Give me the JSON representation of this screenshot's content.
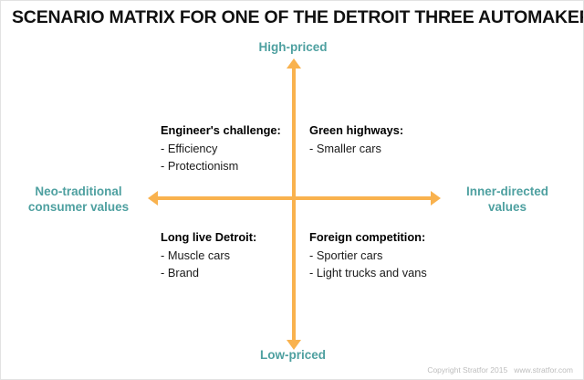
{
  "title": "SCENARIO MATRIX FOR ONE OF THE DETROIT THREE AUTOMAKERS",
  "colors": {
    "axis": "#F9B24E",
    "axis_label": "#4EA0A0",
    "text": "#1a1a1a",
    "footer": "#bdbdbd",
    "background": "#ffffff",
    "border": "#e2e2e2"
  },
  "axes": {
    "top_label": "High-priced",
    "bottom_label": "Low-priced",
    "left_label_line1": "Neo-traditional",
    "left_label_line2": "consumer values",
    "right_label_line1": "Inner-directed",
    "right_label_line2": "values"
  },
  "quadrants": {
    "top_left": {
      "title": "Engineer's challenge:",
      "items": [
        "- Efficiency",
        "- Protectionism"
      ]
    },
    "top_right": {
      "title": "Green highways:",
      "items": [
        "- Smaller cars"
      ]
    },
    "bottom_left": {
      "title": "Long live Detroit:",
      "items": [
        "- Muscle cars",
        "- Brand"
      ]
    },
    "bottom_right": {
      "title": "Foreign competition:",
      "items": [
        "- Sportier cars",
        "- Light trucks and vans"
      ]
    }
  },
  "footer": "Copyright Stratfor 2015   www.stratfor.com"
}
